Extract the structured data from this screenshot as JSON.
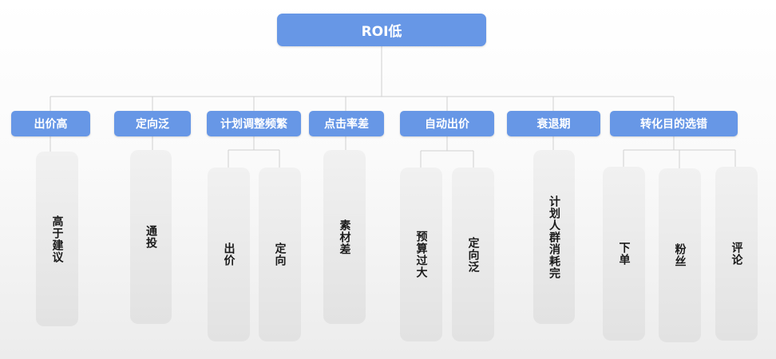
{
  "root": {
    "label": "ROI低"
  },
  "categories": [
    {
      "label": "出价高"
    },
    {
      "label": "定向泛"
    },
    {
      "label": "计划调整频繁"
    },
    {
      "label": "点击率差"
    },
    {
      "label": "自动出价"
    },
    {
      "label": "衰退期"
    },
    {
      "label": "转化目的选错"
    }
  ],
  "leaves": [
    {
      "label": "高于建议"
    },
    {
      "label": "通投"
    },
    {
      "label": "出价"
    },
    {
      "label": "定向"
    },
    {
      "label": "素材差"
    },
    {
      "label": "预算过大"
    },
    {
      "label": "定向泛"
    },
    {
      "label": "计划人群消耗完"
    },
    {
      "label": "下单"
    },
    {
      "label": "粉丝"
    },
    {
      "label": "评论"
    }
  ],
  "colors": {
    "node": "#6797e6",
    "connector": "#d0d0d0",
    "leaf": "#e8e8e8"
  }
}
